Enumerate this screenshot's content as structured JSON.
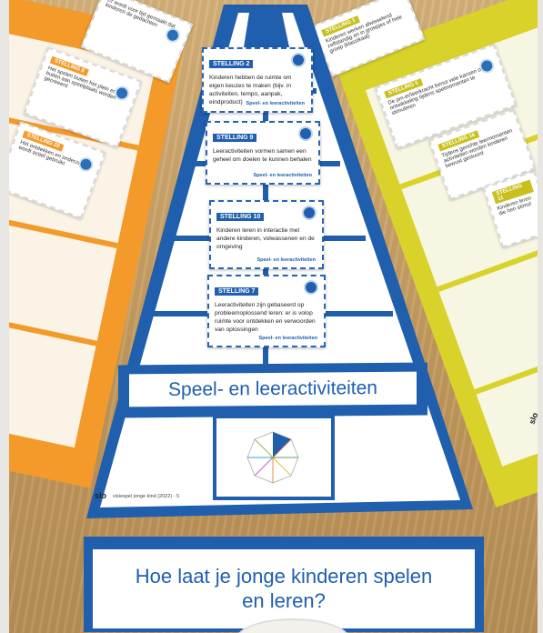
{
  "colors": {
    "primary_blue": "#1f5fae",
    "orange": "#f39a2a",
    "yellow": "#d9d22a",
    "table": "#c9a571"
  },
  "pyramid": {
    "cards": [
      {
        "heading": "STELLING 2",
        "text": "Kinderen hebben de ruimte om eigen keuzes te maken (bijv. in activiteiten, tempo, aanpak, eindproduct)",
        "footer": "Speel- en leeractiviteiten"
      },
      {
        "heading": "STELLING 9",
        "text": "Leeractiviteiten vormen samen een geheel om doelen te kunnen behalen",
        "footer": "Speel- en leeractiviteiten"
      },
      {
        "heading": "STELLING 10",
        "text": "Kinderen leren in interactie met andere kinderen, volwassenen en de omgeving",
        "footer": "Speel- en leeractiviteiten"
      },
      {
        "heading": "STELLING 7",
        "text": "Leeractiviteiten zijn gebaseerd op probleemoplossend leren: er is volop ruimte voor ontdekken en verwoorden van oplossingen",
        "footer": "Speel- en leeractiviteiten"
      }
    ],
    "label": "Speel- en leeractiviteiten",
    "footer_brand": "slo",
    "footer_note": "visiespel jonge kind (2022) - 5"
  },
  "left_cards": [
    {
      "heading": "STELLING 8",
      "text": "Het spelen buiten het plein en buiten aan speelplaats worden gecreeerd",
      "tag_color": "#f39a2a"
    },
    {
      "heading": "STELLING 20",
      "text": "Het ontdekken en onderzoeken wordt actief gebruikt",
      "tag_color": "#f39a2a"
    },
    {
      "heading": "",
      "text": "Er wordt voor tijd gemaakt dat kinderen de gedachten",
      "tag_color": "#f39a2a"
    }
  ],
  "right_cards": [
    {
      "heading": "STELLING 1",
      "text": "Kinderen werken afwisselend zelfstandig en in groepjes of hele groep (klassikaal)",
      "tag_color": "#c9c01f"
    },
    {
      "heading": "STELLING 5",
      "text": "De pm-er/leerkracht benut vele kansen om de ontwikkeling tijdens spelmomenten te stimuleren",
      "tag_color": "#c9c01f"
    },
    {
      "heading": "STELLING 16",
      "text": "Tijdens gerichte leermomenten activiteiten worden kinderen bewust gestuurd",
      "tag_color": "#c9c01f"
    },
    {
      "heading": "STELLING 11",
      "text": "Kinderen leren die hen stimul",
      "tag_color": "#c9c01f"
    }
  ],
  "bottom_question": {
    "line1": "Hoe laat je jonge kinderen spelen",
    "line2": "en leren?"
  },
  "right_brand": "slo"
}
